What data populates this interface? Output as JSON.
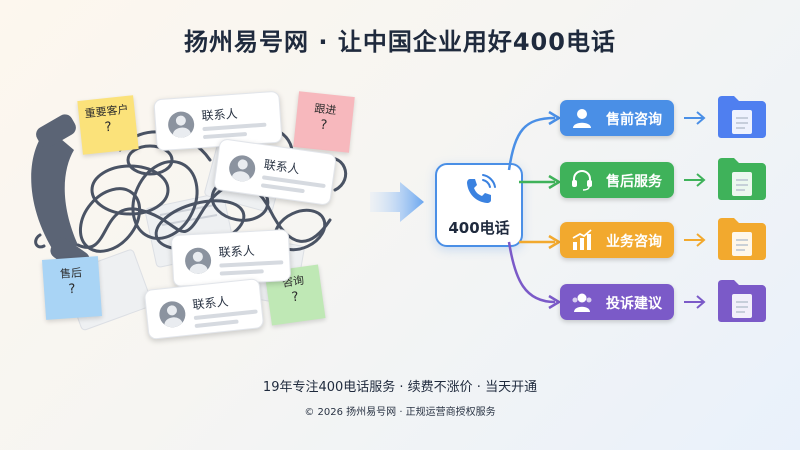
{
  "header": {
    "title": "扬州易号网 · 让中国企业用好400电话"
  },
  "left": {
    "notes": [
      {
        "text": "重要客户",
        "mark": "?",
        "color": "#fbe27a"
      },
      {
        "text": "跟进",
        "mark": "?",
        "color": "#f7b8bd"
      },
      {
        "text": "售后",
        "mark": "?",
        "color": "#a9d4f5"
      },
      {
        "text": "咨询",
        "mark": "?",
        "color": "#bfe8b5"
      }
    ],
    "cards": [
      {
        "name": "联系人"
      },
      {
        "name": "联系人"
      },
      {
        "name": "联系人"
      },
      {
        "name": "联系人"
      }
    ]
  },
  "center": {
    "label": "400电话",
    "icon": "phone-ringing-icon",
    "color": "#4a8fe6"
  },
  "services": [
    {
      "label": "售前咨询",
      "icon": "user-icon",
      "color": "#4a8fe6",
      "folder_color": "#4f7ff0"
    },
    {
      "label": "售后服务",
      "icon": "headset-icon",
      "color": "#3fb25a",
      "folder_color": "#3fb25a"
    },
    {
      "label": "业务咨询",
      "icon": "bar-chart-icon",
      "color": "#f2a92e",
      "folder_color": "#f2a92e"
    },
    {
      "label": "投诉建议",
      "icon": "users-icon",
      "color": "#7b5ac8",
      "folder_color": "#7b5ac8"
    }
  ],
  "footer": {
    "line1": "19年专注400电话服务 · 续费不涨价 · 当天开通",
    "line2": "© 2026 扬州易号网 · 正规运营商授权服务"
  }
}
